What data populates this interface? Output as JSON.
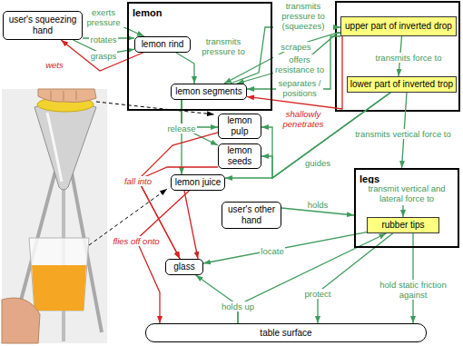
{
  "diagram": {
    "nodes": [
      {
        "text": [
          "user's squeezing hand"
        ]
      },
      {
        "text": [
          "lemon"
        ]
      },
      {
        "text": [
          "lemon rind"
        ],
        "in": 1
      },
      {
        "text": [
          "lemon segments"
        ],
        "in": 1
      },
      {
        "text": [
          "upper part of inverted drop"
        ]
      },
      {
        "text": [
          "lower part of inverted trop"
        ]
      },
      {
        "text": [
          "lemon pulp"
        ]
      },
      {
        "text": [
          "lemon seeds"
        ]
      },
      {
        "text": [
          "lemon juice"
        ]
      },
      {
        "text": [
          "legs"
        ]
      },
      {
        "text": [
          "rubber tips"
        ],
        "in": 9
      },
      {
        "text": [
          "user's other hand"
        ]
      },
      {
        "text": [
          "glass"
        ]
      },
      {
        "text": [
          "table surface"
        ]
      }
    ],
    "edges": [
      {
        "from": 0,
        "to": 2,
        "label": "exerts pressure",
        "arrow": "to"
      },
      {
        "from": 0,
        "to": 2,
        "label": "rotates",
        "arrow": "to"
      },
      {
        "from": 0,
        "to": 2,
        "label": "grasps",
        "arrow": "to"
      },
      {
        "from": 2,
        "to": 0,
        "label": "wets",
        "arrow": "to"
      },
      {
        "from": 2,
        "to": 3,
        "label": "transmits pressure to",
        "arrow": "to"
      },
      {
        "from": 3,
        "to": 4,
        "label": "transmits pressure to (squeezes)",
        "arrow": "to"
      },
      {
        "from": 4,
        "to": 3,
        "label": "scrapes",
        "arrow": "to"
      },
      {
        "from": 4,
        "to": 3,
        "label": "offers resistance to",
        "arrow": "to"
      },
      {
        "from": 4,
        "to": 3,
        "label": "separates / positions",
        "arrow": "to"
      },
      {
        "from": 4,
        "to": 5,
        "label": "transmits force to",
        "arrow": "to"
      },
      {
        "from": 4,
        "to": 3,
        "label": "shallowly penetrates",
        "arrow": "to"
      },
      {
        "from": 5,
        "to": 9,
        "label": "transmits vertical force to",
        "arrow": "to"
      },
      {
        "from": 9,
        "to": 10,
        "label": "transmit vertical and lateral force to",
        "arrow": "to"
      },
      {
        "from": 3,
        "to": 6,
        "label": "release",
        "arrow": "to"
      },
      {
        "from": 3,
        "to": 7,
        "arrow": "to"
      },
      {
        "from": 3,
        "to": 8,
        "arrow": "to"
      },
      {
        "from": 5,
        "to": 6,
        "arrow": "to"
      },
      {
        "from": 5,
        "to": 7,
        "arrow": "to"
      },
      {
        "from": 5,
        "to": 8,
        "label": "guides",
        "arrow": "to"
      },
      {
        "from": 6,
        "to": 12,
        "label": "fall into",
        "arrow": "to"
      },
      {
        "from": 7,
        "to": 12,
        "arrow": "to"
      },
      {
        "from": 8,
        "to": 12,
        "arrow": "to"
      },
      {
        "from": 8,
        "to": 13,
        "label": "flies off onto",
        "arrow": "to"
      },
      {
        "from": 11,
        "to": 9,
        "label": "holds",
        "arrow": "to"
      },
      {
        "from": 10,
        "to": 12,
        "label": "locate",
        "arrow": "to"
      },
      {
        "from": 13,
        "to": 12,
        "label": "holds up",
        "arrow": "to"
      },
      {
        "from": 13,
        "to": 10,
        "arrow": "to"
      },
      {
        "from": 10,
        "to": 13,
        "label": "protect",
        "arrow": "to"
      },
      {
        "from": 10,
        "to": 13,
        "label": "hold static friction against",
        "arrow": "to"
      }
    ]
  }
}
